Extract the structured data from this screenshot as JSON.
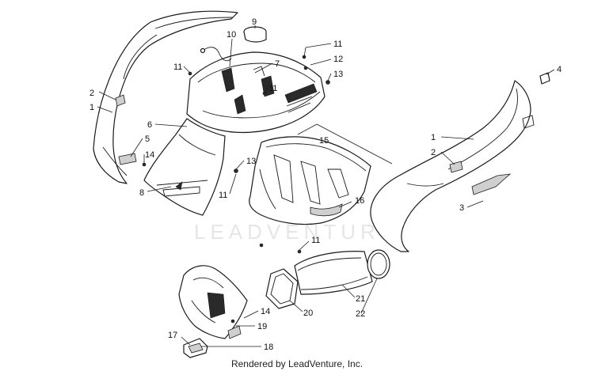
{
  "watermark_text": "LEADVENTURE",
  "credit_text": "Rendered by LeadVenture, Inc.",
  "colors": {
    "line": "#1a1a1a",
    "shade": "#cfcfcf",
    "watermark": "#e6e6e6"
  },
  "callouts": {
    "c1a": "1",
    "c2a": "2",
    "c5": "5",
    "c14a": "14",
    "c8": "8",
    "c6": "6",
    "c11a": "11",
    "c10": "10",
    "c9": "9",
    "c7": "7",
    "c11b": "11",
    "c11c": "11",
    "c12": "12",
    "c13a": "13",
    "c13b": "13",
    "c11d": "11",
    "c15": "15",
    "c16": "16",
    "c11e": "11",
    "c4": "4",
    "c1b": "1",
    "c2b": "2",
    "c3": "3",
    "c20": "20",
    "c21": "21",
    "c22": "22",
    "c14b": "14",
    "c19": "19",
    "c17": "17",
    "c18": "18"
  }
}
